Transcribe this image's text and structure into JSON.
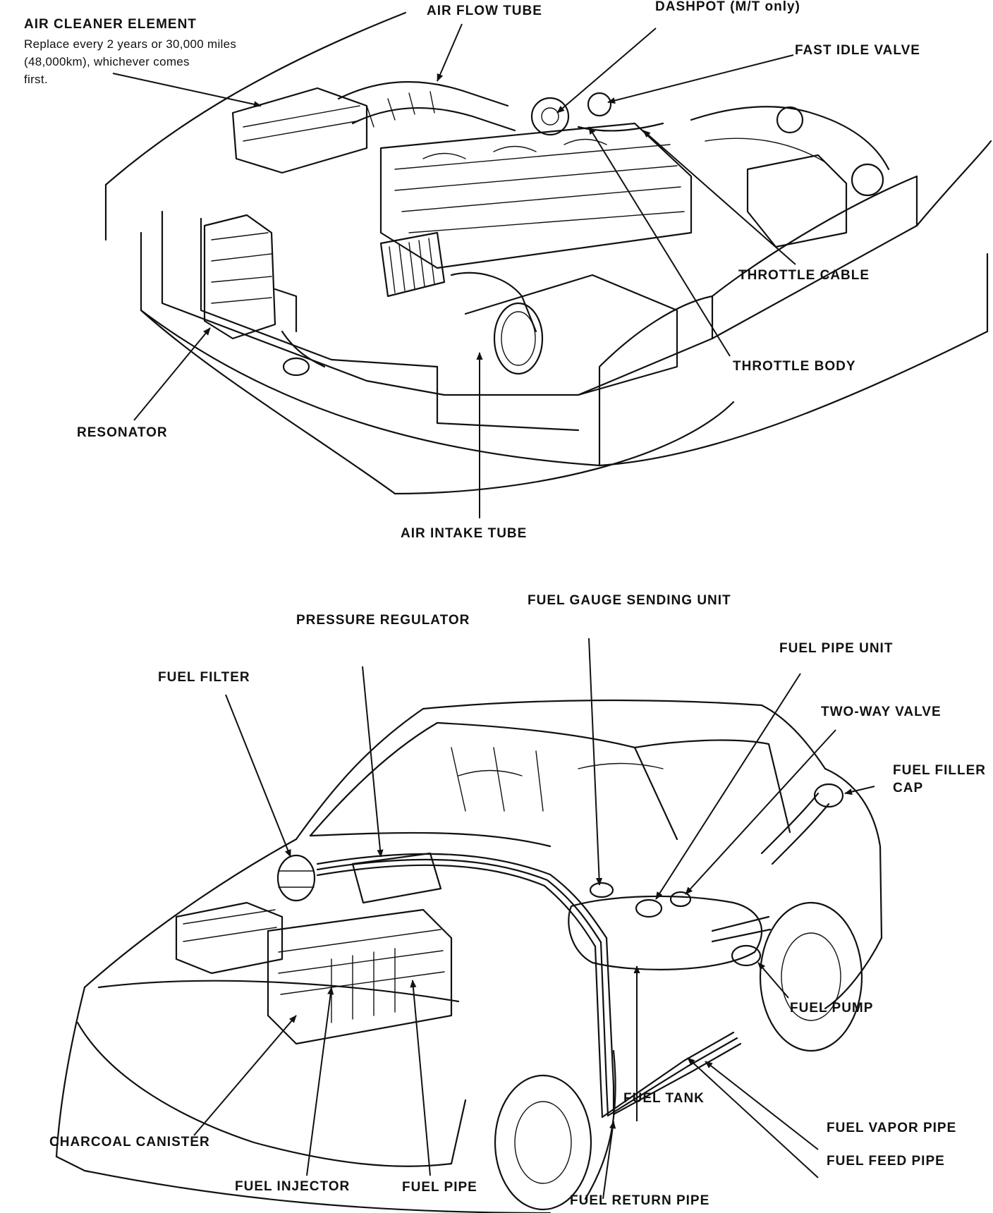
{
  "engine_diagram": {
    "air_cleaner_element": {
      "title": "AIR CLEANER ELEMENT",
      "note_line1": "Replace every 2 years or 30,000 miles",
      "note_line2": "(48,000km), whichever comes",
      "note_line3": "first."
    },
    "air_flow_tube": "AIR FLOW TUBE",
    "dashpot": "DASHPOT (M/T only)",
    "fast_idle_valve": "FAST IDLE VALVE",
    "throttle_cable": "THROTTLE CABLE",
    "throttle_body": "THROTTLE BODY",
    "resonator": "RESONATOR",
    "air_intake_tube": "AIR INTAKE TUBE"
  },
  "fuel_system_diagram": {
    "fuel_gauge_sending_unit": "FUEL GAUGE SENDING UNIT",
    "pressure_regulator": "PRESSURE REGULATOR",
    "fuel_pipe_unit": "FUEL PIPE UNIT",
    "fuel_filter": "FUEL FILTER",
    "two_way_valve": "TWO-WAY VALVE",
    "fuel_filler_cap_line1": "FUEL FILLER",
    "fuel_filler_cap_line2": "CAP",
    "fuel_pump": "FUEL PUMP",
    "fuel_tank": "FUEL TANK",
    "fuel_vapor_pipe": "FUEL VAPOR PIPE",
    "charcoal_canister": "CHARCOAL CANISTER",
    "fuel_feed_pipe": "FUEL FEED PIPE",
    "fuel_injector": "FUEL INJECTOR",
    "fuel_pipe": "FUEL PIPE",
    "fuel_return_pipe": "FUEL RETURN PIPE"
  }
}
